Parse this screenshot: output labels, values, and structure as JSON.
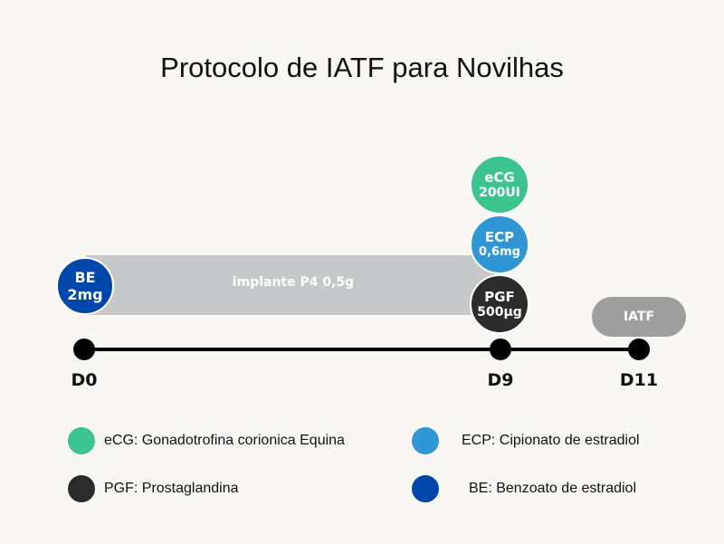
{
  "title": "Protocolo de IATF para Novilhas",
  "implant": {
    "label": "implante P4 0,5g"
  },
  "be_marker": {
    "line1": "BE",
    "line2": "2mg",
    "color": "#0047ab"
  },
  "ecg_marker": {
    "line1": "eCG",
    "line2": "200UI",
    "color": "#3cc48e"
  },
  "ecp_marker": {
    "line1": "ECP",
    "line2": "0,6mg",
    "color": "#2f97d6"
  },
  "pgf_marker": {
    "line1": "PGF",
    "line2": "500µg",
    "color": "#2b2b2b"
  },
  "iatf_label": "IATF",
  "days": {
    "d0": "D0",
    "d9": "D9",
    "d11": "D11"
  },
  "legend": {
    "ecg": "eCG: Gonadotrofina corionica Equina",
    "ecp": "ECP: Cipionato de estradiol",
    "pgf": "PGF: Prostaglandina",
    "be": "BE: Benzoato de estradiol"
  },
  "colors": {
    "implant_bar": "#c7c8ca",
    "iatf_pill": "#9e9e9e",
    "timeline": "#000000"
  }
}
